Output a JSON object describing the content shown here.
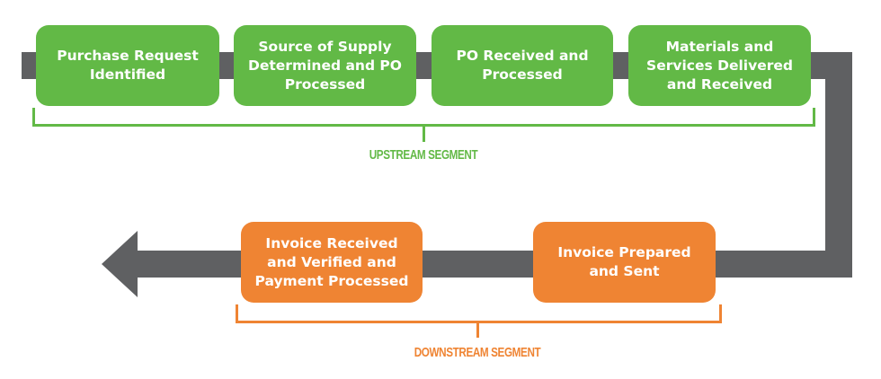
{
  "colors": {
    "upstream": "#62b946",
    "downstream": "#ef8433",
    "flow": "#5f6062"
  },
  "upstream": {
    "label": "UPSTREAM SEGMENT",
    "steps": [
      {
        "text": "Purchase Request\nIdentified"
      },
      {
        "text": "Source of Supply\nDetermined and PO\nProcessed"
      },
      {
        "text": "PO Received and\nProcessed"
      },
      {
        "text": "Materials and\nServices Delivered\nand Received"
      }
    ]
  },
  "downstream": {
    "label": "DOWNSTREAM SEGMENT",
    "steps": [
      {
        "text": "Invoice Received\nand Verified and\nPayment Processed"
      },
      {
        "text": "Invoice Prepared\nand Sent"
      }
    ]
  },
  "flow": {
    "direction": "left-to-right then down then right-to-left",
    "arrow_icon": "arrow-left-icon"
  }
}
